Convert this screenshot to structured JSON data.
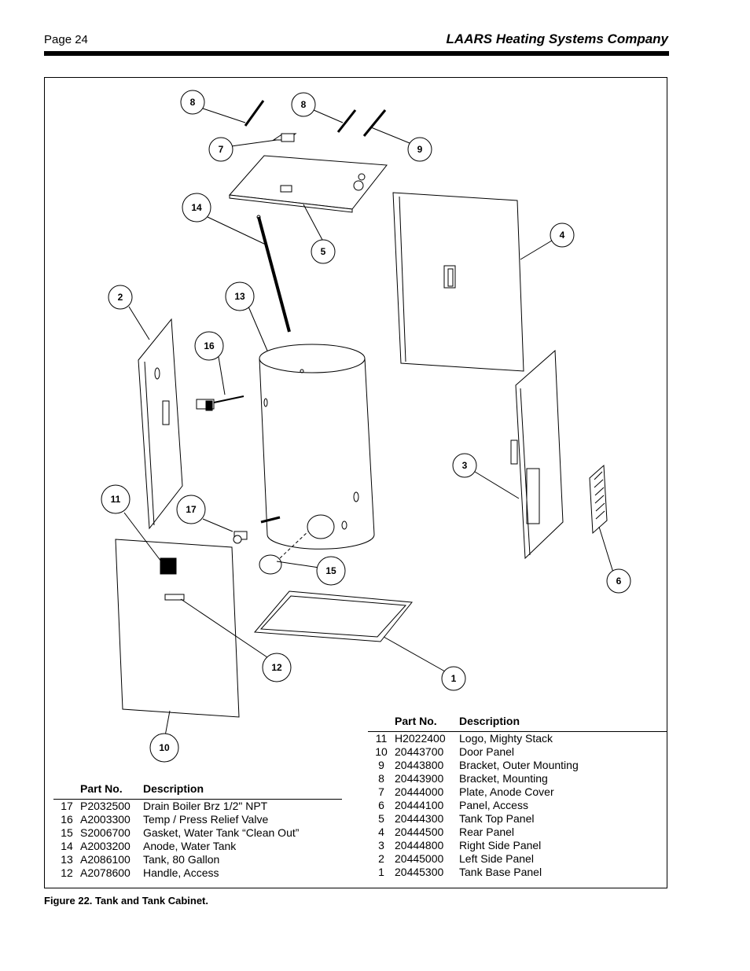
{
  "header": {
    "page_number": "Page 24",
    "company": "LAARS Heating Systems Company"
  },
  "callouts": [
    "1",
    "2",
    "3",
    "4",
    "5",
    "6",
    "7",
    "8",
    "8",
    "9",
    "10",
    "11",
    "12",
    "13",
    "14",
    "15",
    "16",
    "17"
  ],
  "left_table": {
    "col_part_no": "Part No.",
    "col_description": "Description",
    "rows": [
      {
        "idx": "17",
        "part": "P2032500",
        "desc": "Drain Boiler Brz 1/2\" NPT"
      },
      {
        "idx": "16",
        "part": "A2003300",
        "desc": "Temp / Press Relief Valve"
      },
      {
        "idx": "15",
        "part": "S2006700",
        "desc": "Gasket, Water Tank “Clean Out”"
      },
      {
        "idx": "14",
        "part": "A2003200",
        "desc": "Anode, Water Tank"
      },
      {
        "idx": "13",
        "part": "A2086100",
        "desc": "Tank, 80 Gallon"
      },
      {
        "idx": "12",
        "part": "A2078600",
        "desc": "Handle, Access"
      }
    ]
  },
  "right_table": {
    "col_part_no": "Part No.",
    "col_description": "Description",
    "rows": [
      {
        "idx": "11",
        "part": "H2022400",
        "desc": "Logo, Mighty Stack"
      },
      {
        "idx": "10",
        "part": "20443700",
        "desc": "Door Panel"
      },
      {
        "idx": "9",
        "part": "20443800",
        "desc": "Bracket, Outer Mounting"
      },
      {
        "idx": "8",
        "part": "20443900",
        "desc": "Bracket, Mounting"
      },
      {
        "idx": "7",
        "part": "20444000",
        "desc": "Plate, Anode Cover"
      },
      {
        "idx": "6",
        "part": "20444100",
        "desc": "Panel, Access"
      },
      {
        "idx": "5",
        "part": "20444300",
        "desc": "Tank Top Panel"
      },
      {
        "idx": "4",
        "part": "20444500",
        "desc": "Rear Panel"
      },
      {
        "idx": "3",
        "part": "20444800",
        "desc": "Right Side Panel"
      },
      {
        "idx": "2",
        "part": "20445000",
        "desc": "Left Side Panel"
      },
      {
        "idx": "1",
        "part": "20445300",
        "desc": "Tank Base Panel"
      }
    ]
  },
  "caption": "Figure 22. Tank and Tank Cabinet."
}
